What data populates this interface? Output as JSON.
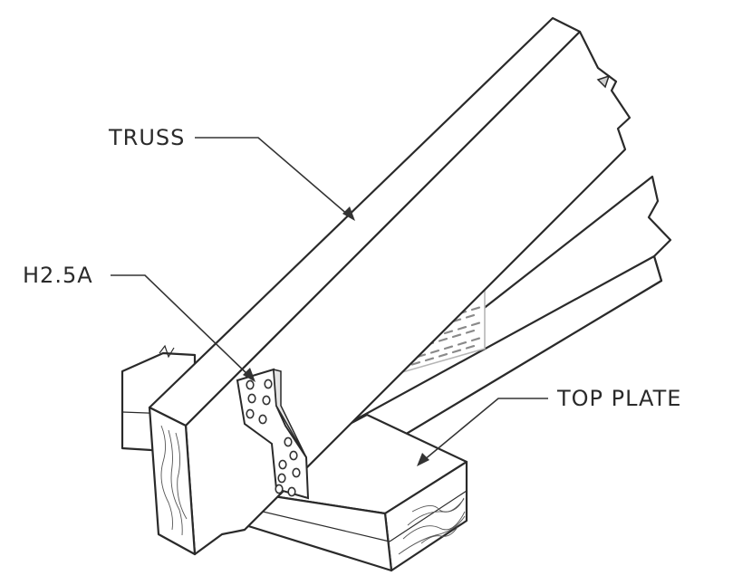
{
  "labels": {
    "truss": "TRUSS",
    "connector": "H2.5A",
    "top_plate": "TOP PLATE"
  },
  "colors": {
    "line": "#2a2a2a",
    "plate_gray": "#b8b8b8",
    "background": "#ffffff"
  }
}
